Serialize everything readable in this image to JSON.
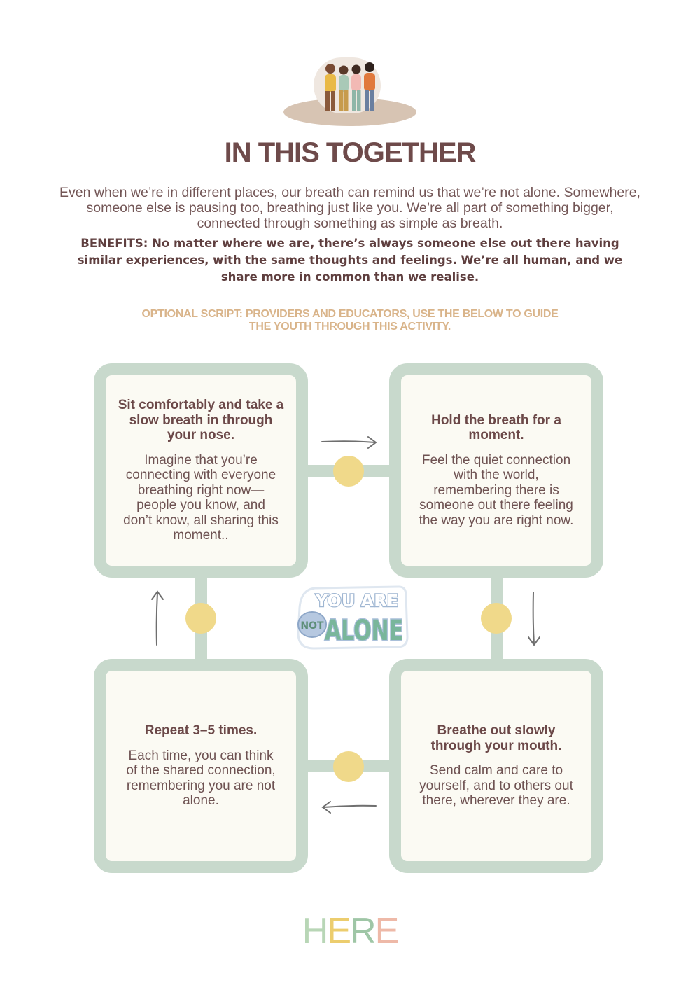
{
  "title": "IN THIS TOGETHER",
  "intro": "Even when we’re in different places, our breath can remind us that we’re not alone. Somewhere, someone else is pausing too, breathing just like you. We’re all part of something bigger, connected through something as simple as breath.",
  "benefits": "BENEFITS: No matter where we are, there’s always someone else out there having similar experiences, with the same thoughts and feelings. We’re all human, and we share more in common than we realise.",
  "optional_script": "OPTIONAL SCRIPT: PROVIDERS AND EDUCATORS, USE THE BELOW TO GUIDE THE YOUTH THROUGH THIS ACTIVITY.",
  "steps": [
    {
      "heading": "Sit comfortably and take a slow breath in through your nose.",
      "body": "Imagine that you’re connecting with everyone breathing right now—people you know, and don’t know, all sharing this moment.."
    },
    {
      "heading": "Hold the breath for a moment.",
      "body": "Feel the quiet connection with the world,  remembering there is someone out there feeling the way you are right now."
    },
    {
      "heading": "Repeat 3–5 times.",
      "body": "Each time, you can think of the shared connection, remembering you are not alone."
    },
    {
      "heading": "Breathe out slowly through your mouth.",
      "body": "Send calm and care to yourself, and to others out there, wherever they are."
    }
  ],
  "sticker": {
    "line1": "YOU ARE",
    "line2": "ALONE",
    "small": "NOT"
  },
  "logo": {
    "letters": [
      "H",
      "E",
      "R",
      "E"
    ],
    "colors": [
      "#b8d6b6",
      "#eccd6e",
      "#9fc6a6",
      "#eeb9a8"
    ]
  },
  "colors": {
    "frame": "#c8d9cc",
    "dot": "#f0d98a",
    "title": "#6e4a4a",
    "accent": "#d9b48a"
  }
}
